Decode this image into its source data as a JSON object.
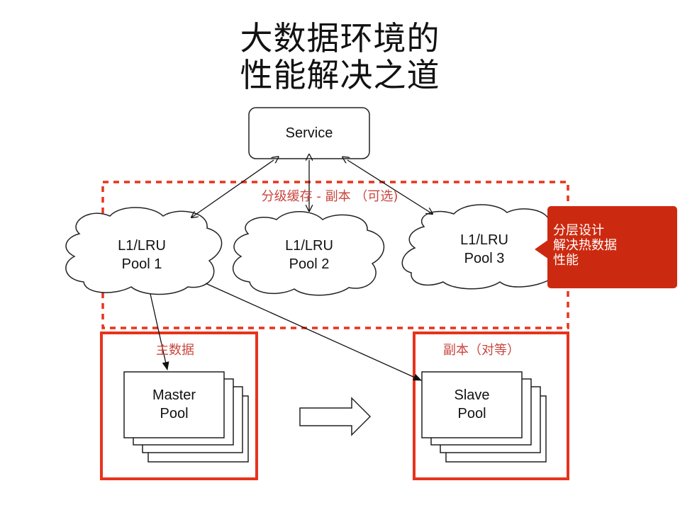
{
  "title": {
    "line1": "大数据环境的",
    "line2": "性能解决之道"
  },
  "service": {
    "label": "Service"
  },
  "cache_group": {
    "label": "分级缓存 - 副本 （可选)"
  },
  "pools": [
    {
      "line1": "L1/LRU",
      "line2": "Pool 1"
    },
    {
      "line1": "L1/LRU",
      "line2": "Pool 2"
    },
    {
      "line1": "L1/LRU",
      "line2": "Pool 3"
    }
  ],
  "callout": {
    "lines": [
      "分层设计",
      "解决热数据",
      "性能"
    ]
  },
  "master_group": {
    "label": "主数据",
    "box_line1": "Master",
    "box_line2": "Pool"
  },
  "slave_group": {
    "label": "副本（对等）",
    "box_line1": "Slave",
    "box_line2": "Pool"
  },
  "colors": {
    "accent_red": "#e8331c",
    "callout_red": "#cc2a10",
    "label_red": "#c9463d"
  }
}
